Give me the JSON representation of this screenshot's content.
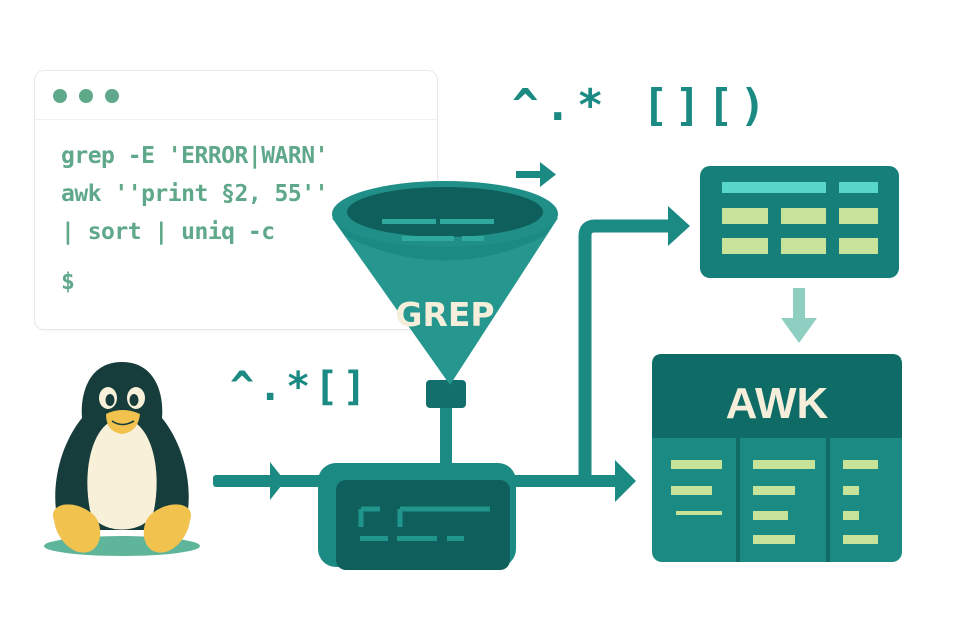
{
  "terminal": {
    "window_dots": [
      "dot",
      "dot",
      "dot"
    ],
    "lines": [
      "grep -E 'ERROR|WARN'",
      "awk ''print §2, 55''",
      "| sort | uniq -c"
    ],
    "prompt": "$"
  },
  "regex_top": "^.* [][)",
  "regex_bottom": "^.*[]",
  "funnel": {
    "label": "GREP"
  },
  "awk_panel": {
    "label": "AWK"
  },
  "icons": {
    "penguin": "linux-penguin-icon",
    "funnel": "filter-funnel-icon",
    "table": "table-icon",
    "processor": "processor-box-icon"
  },
  "colors": {
    "teal": "#1b8a83",
    "teal_dark": "#0f6b66",
    "teal_light": "#2a9d94",
    "mint_text": "#5fa88a",
    "cell_green": "#c7e39a",
    "cell_cyan": "#58d6c9",
    "cream": "#f4eedb",
    "penguin_body": "#163c3c",
    "penguin_yellow": "#f2c24f"
  }
}
